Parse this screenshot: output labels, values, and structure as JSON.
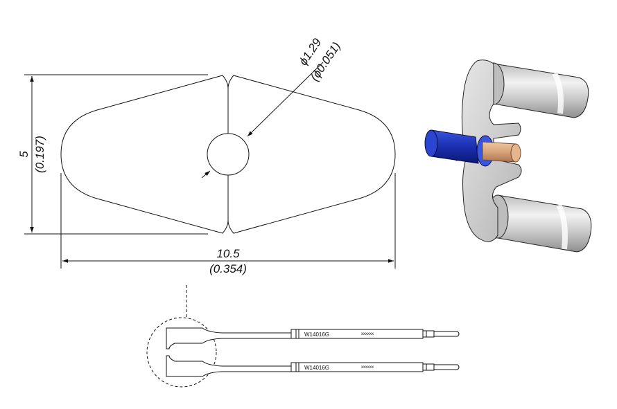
{
  "dimensions": {
    "hole_diameter_mm": "ϕ1.29",
    "hole_diameter_in": "(ϕ0.051)",
    "height_mm": "5",
    "height_in": "(0.197)",
    "width_mm": "10.5",
    "width_in": "(0.354)"
  },
  "tweezer": {
    "part_number_upper": "W14016G",
    "part_number_lower": "W14016G",
    "batch_upper": "xxxxxx",
    "batch_lower": "xxxxxx"
  },
  "colors": {
    "line": "#111111",
    "sleeve_gray": "#cfcfcf",
    "tip_blue": "#1a2fb0",
    "pin_copper": "#d9a37a",
    "plate_gray": "#d7d7d7"
  }
}
